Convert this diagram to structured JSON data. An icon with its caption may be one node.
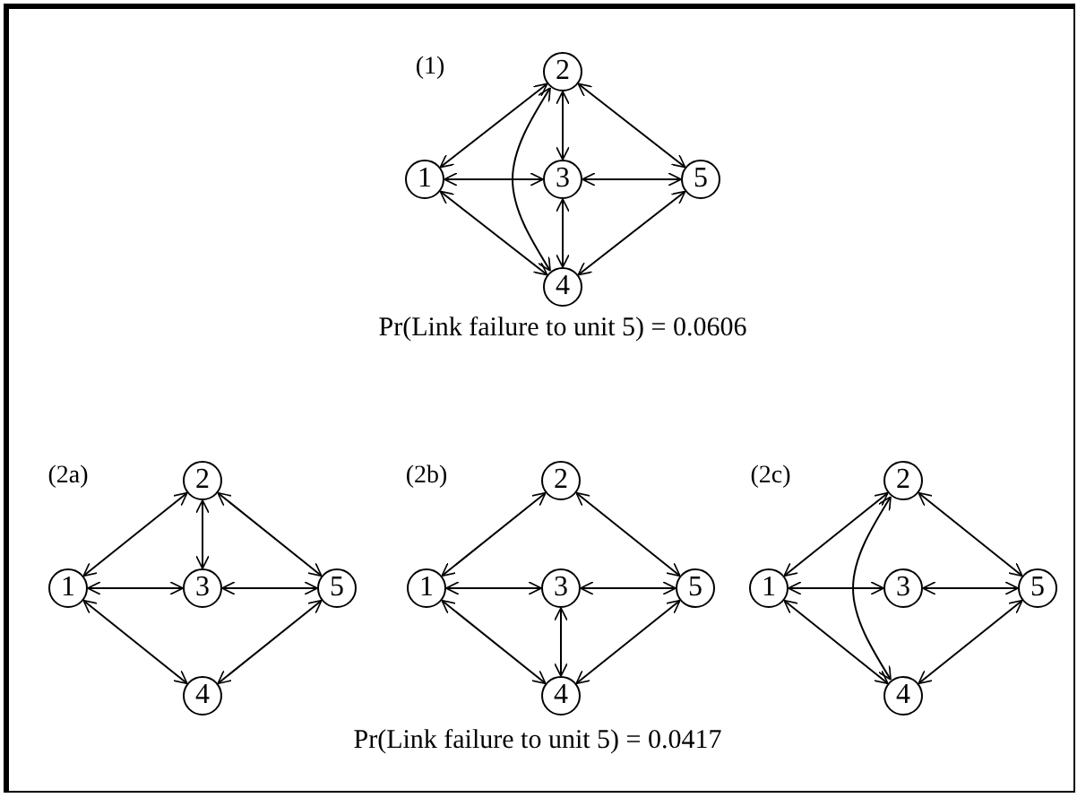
{
  "diagram": {
    "nodes": [
      {
        "text": [
          "1"
        ]
      },
      {
        "text": [
          "2"
        ]
      },
      {
        "text": [
          "3"
        ]
      },
      {
        "text": [
          "4"
        ]
      },
      {
        "text": [
          "5"
        ]
      },
      {
        "text": [
          "1"
        ]
      },
      {
        "text": [
          "2"
        ]
      },
      {
        "text": [
          "3"
        ]
      },
      {
        "text": [
          "4"
        ]
      },
      {
        "text": [
          "5"
        ]
      },
      {
        "text": [
          "1"
        ]
      },
      {
        "text": [
          "2"
        ]
      },
      {
        "text": [
          "3"
        ]
      },
      {
        "text": [
          "4"
        ]
      },
      {
        "text": [
          "5"
        ]
      },
      {
        "text": [
          "1"
        ]
      },
      {
        "text": [
          "2"
        ]
      },
      {
        "text": [
          "3"
        ]
      },
      {
        "text": [
          "4"
        ]
      },
      {
        "text": [
          "5"
        ]
      }
    ],
    "edges": [
      {
        "from": 0,
        "to": 1,
        "arrow": "both"
      },
      {
        "from": 0,
        "to": 2,
        "arrow": "both"
      },
      {
        "from": 0,
        "to": 3,
        "arrow": "both"
      },
      {
        "from": 1,
        "to": 2,
        "arrow": "both"
      },
      {
        "from": 1,
        "to": 3,
        "arrow": "both"
      },
      {
        "from": 1,
        "to": 4,
        "arrow": "both"
      },
      {
        "from": 2,
        "to": 3,
        "arrow": "both"
      },
      {
        "from": 2,
        "to": 4,
        "arrow": "both"
      },
      {
        "from": 3,
        "to": 4,
        "arrow": "both"
      },
      {
        "from": 5,
        "to": 6,
        "arrow": "both"
      },
      {
        "from": 5,
        "to": 7,
        "arrow": "both"
      },
      {
        "from": 5,
        "to": 8,
        "arrow": "both"
      },
      {
        "from": 6,
        "to": 7,
        "arrow": "both"
      },
      {
        "from": 6,
        "to": 9,
        "arrow": "both"
      },
      {
        "from": 7,
        "to": 9,
        "arrow": "both"
      },
      {
        "from": 8,
        "to": 9,
        "arrow": "both"
      },
      {
        "from": 10,
        "to": 11,
        "arrow": "both"
      },
      {
        "from": 10,
        "to": 12,
        "arrow": "both"
      },
      {
        "from": 10,
        "to": 13,
        "arrow": "both"
      },
      {
        "from": 12,
        "to": 13,
        "arrow": "both"
      },
      {
        "from": 11,
        "to": 14,
        "arrow": "both"
      },
      {
        "from": 12,
        "to": 14,
        "arrow": "both"
      },
      {
        "from": 13,
        "to": 14,
        "arrow": "both"
      },
      {
        "from": 15,
        "to": 16,
        "arrow": "both"
      },
      {
        "from": 15,
        "to": 17,
        "arrow": "both"
      },
      {
        "from": 15,
        "to": 18,
        "arrow": "both"
      },
      {
        "from": 16,
        "to": 18,
        "arrow": "both"
      },
      {
        "from": 16,
        "to": 19,
        "arrow": "both"
      },
      {
        "from": 17,
        "to": 19,
        "arrow": "both"
      },
      {
        "from": 18,
        "to": 19,
        "arrow": "both"
      }
    ],
    "labels": [
      "(1)",
      "Pr(Link failure to unit 5) = 0.0606",
      "(2a)",
      "(2b)",
      "(2c)",
      "Pr(Link failure to unit 5) = 0.0417"
    ]
  }
}
